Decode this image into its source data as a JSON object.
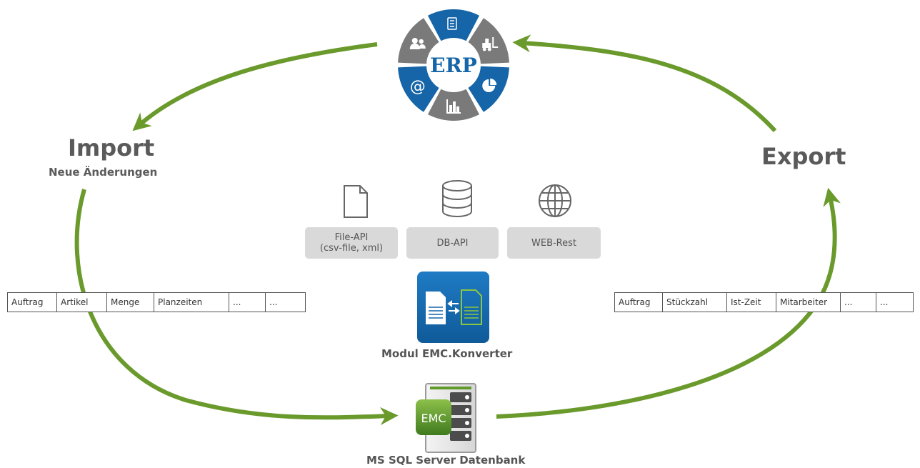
{
  "erp": {
    "center_label": "ERP",
    "segment_icons": [
      "users-icon",
      "calculator-icon",
      "forklift-icon",
      "pie-chart-icon",
      "bar-chart-icon",
      "at-sign-icon"
    ]
  },
  "import": {
    "title": "Import",
    "subtitle": "Neue Änderungen"
  },
  "export": {
    "title": "Export"
  },
  "apis": [
    {
      "label": "File-API\n(csv-file, xml)",
      "icon": "file-icon"
    },
    {
      "label": "DB-API",
      "icon": "database-icon"
    },
    {
      "label": "WEB-Rest",
      "icon": "globe-icon"
    }
  ],
  "converter": {
    "caption": "Modul EMC.Konverter"
  },
  "database": {
    "caption": "MS SQL Server Datenbank",
    "badge": "EMC"
  },
  "import_fields": [
    "Auftrag",
    "Artikel",
    "Menge",
    "Planzeiten",
    "...",
    "..."
  ],
  "export_fields": [
    "Auftrag",
    "Stückzahl",
    "Ist-Zeit",
    "Mitarbeiter",
    "...",
    "..."
  ],
  "colors": {
    "arrow": "#6a9a2c",
    "blue": "#1565a8",
    "gray": "#7a7a7a",
    "box": "#d9d9d9"
  }
}
